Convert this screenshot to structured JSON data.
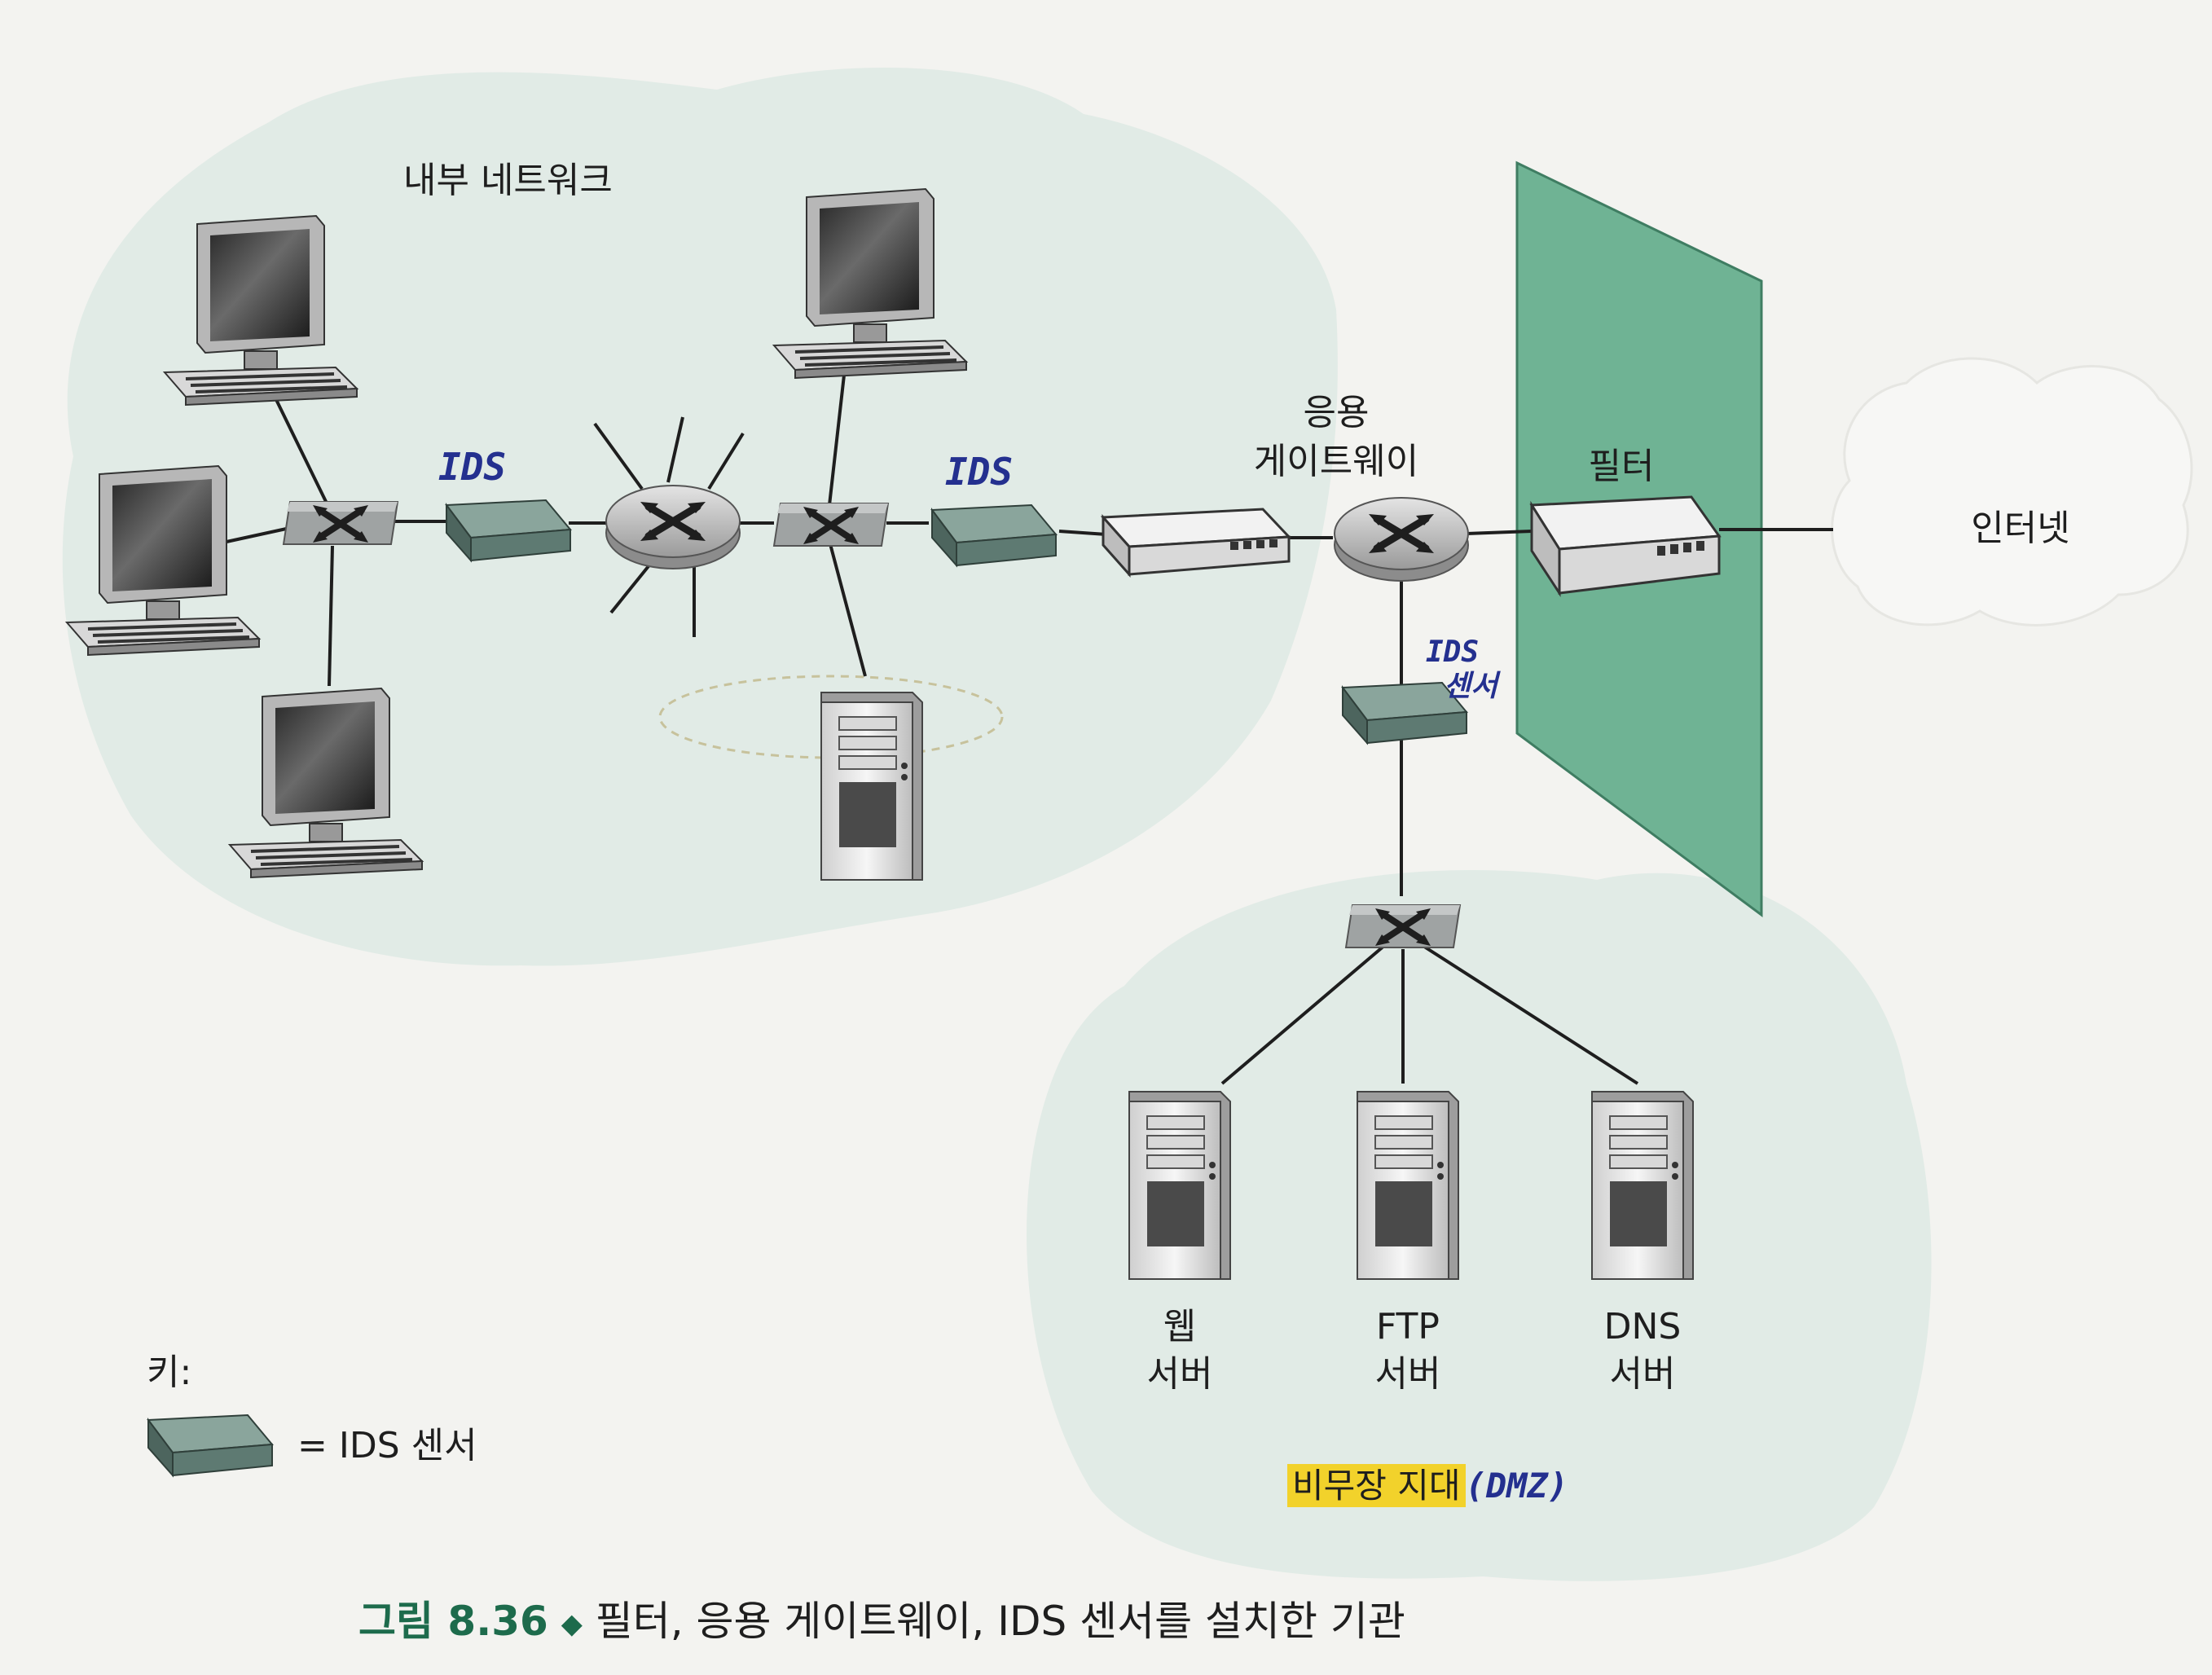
{
  "labels": {
    "internal_network": "내부 네트워크",
    "app_gateway_line1": "응용",
    "app_gateway_line2": "게이트웨이",
    "filter": "필터",
    "internet": "인터넷",
    "web_server_line1": "웹",
    "web_server_line2": "서버",
    "ftp_server_line1": "FTP",
    "ftp_server_line2": "서버",
    "dns_server_line1": "DNS",
    "dns_server_line2": "서버",
    "dmz_printed": "비무장 지대",
    "dmz_handwritten": "(DMZ)",
    "key_title": "키:",
    "key_text": "= IDS 센서"
  },
  "handwriting": {
    "ids_1": "IDS",
    "ids_2": "IDS",
    "ids_3_line1": "IDS",
    "ids_3_line2": "센서"
  },
  "caption": {
    "number": "그림 8.36",
    "diamond": "◆",
    "text": "필터, 응용 게이트웨이, IDS 센서를 설치한 기관"
  },
  "colors": {
    "cloud_fill": "#dfeae4",
    "internet_cloud": "#f7f7f5",
    "filter_wall": "#6fb394",
    "ids_sensor": "#5e7a72",
    "caption_accent": "#1d6b4c",
    "handwriting": "#24308f",
    "highlight": "#f2d22b"
  },
  "icons": [
    "workstation-icon",
    "switch-icon",
    "router-icon",
    "ids-sensor-icon",
    "application-gateway-icon",
    "filter-device-icon",
    "server-tower-icon",
    "internet-cloud-icon"
  ]
}
